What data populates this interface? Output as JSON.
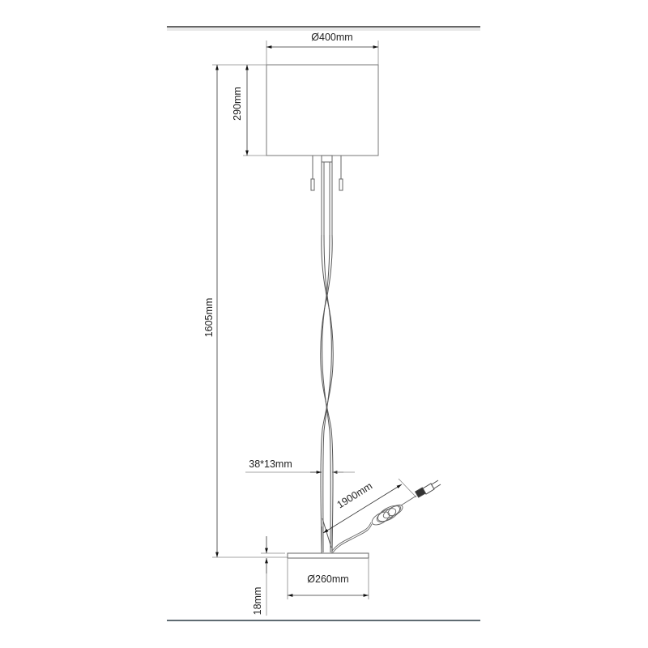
{
  "drawing": {
    "subject": "floor lamp with twisted stem",
    "line_color": "#555555",
    "rule_color": "#2a3a44",
    "dimensions": {
      "shade_diameter": "Ø400mm",
      "shade_height": "290mm",
      "total_height": "1605mm",
      "stem_section": "38*13mm",
      "cable_length": "1900mm",
      "base_diameter": "Ø260mm",
      "base_thickness": "18mm"
    }
  }
}
